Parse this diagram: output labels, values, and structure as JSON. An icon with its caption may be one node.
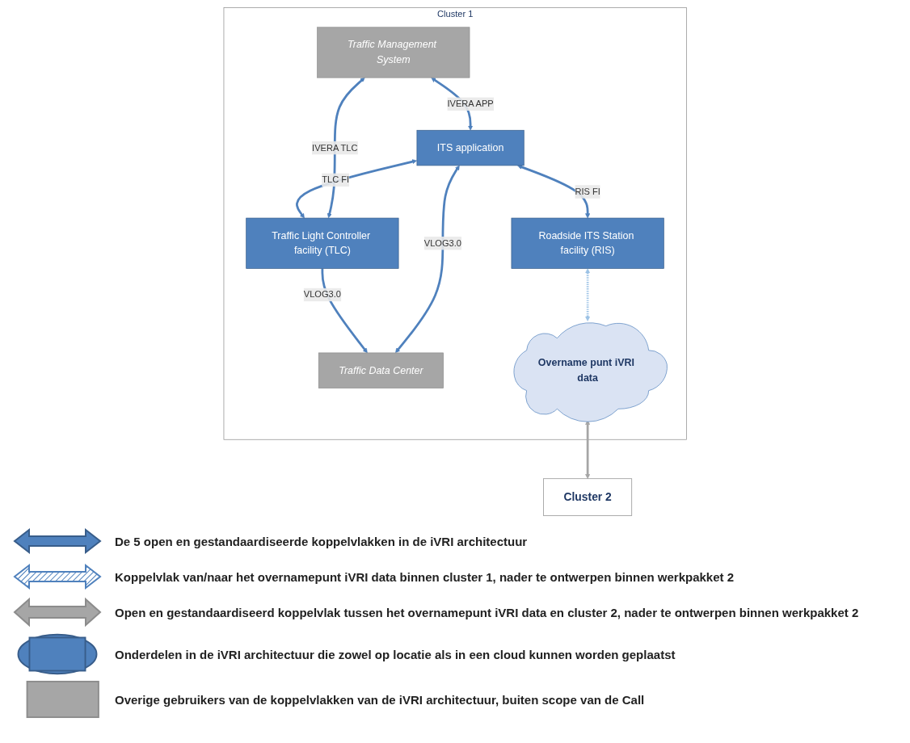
{
  "diagram": {
    "nodes": [
      {
        "text": [
          "Cluster 1"
        ]
      },
      {
        "text": [
          "Cluster 2"
        ]
      },
      {
        "text": [
          "Traffic Management System"
        ],
        "in": 0
      },
      {
        "text": [
          "Traffic Data Center"
        ],
        "in": 0
      },
      {
        "text": [
          "ITS application"
        ],
        "in": 0
      },
      {
        "text": [
          "Overname punt iVRI data"
        ],
        "in": 0
      },
      {
        "text": [
          "Traffic Light Controller facility (TLC)"
        ],
        "in": 0
      },
      {
        "text": [
          "Roadside ITS Station facility (RIS)"
        ],
        "in": 0
      }
    ],
    "edges": [
      {
        "from": 6,
        "to": 2,
        "arrow": "both",
        "label": "IVERA TLC"
      },
      {
        "from": 2,
        "to": 4,
        "arrow": "both",
        "label": "IVERA APP"
      },
      {
        "from": 3,
        "to": 4,
        "arrow": "both",
        "label": "VLOG3.0"
      },
      {
        "from": 6,
        "to": 3,
        "arrow": "to",
        "label": "VLOG3.0"
      },
      {
        "from": 4,
        "to": 6,
        "arrow": "both",
        "label": "TLC FI"
      },
      {
        "from": 4,
        "to": 7,
        "arrow": "both",
        "label": "RIS FI"
      },
      {
        "from": 7,
        "to": 5,
        "arrow": "both",
        "style": "dashed",
        "color": "#9dc3e6"
      },
      {
        "from": 5,
        "to": 1,
        "arrow": "both",
        "color": "#a6a6a6"
      }
    ],
    "legend": [
      {
        "text": "De 5 open en gestandaardiseerde koppelvlakken in de iVRI architectuur"
      },
      {
        "text": "Koppelvlak van/naar het overnamepunt iVRI data binnen cluster 1, nader te ontwerpen binnen werkpakket 2"
      },
      {
        "text": "Open en gestandaardiseerd koppelvlak tussen het overnamepunt iVRI data en cluster 2, nader te ontwerpen binnen werkpakket 2"
      },
      {
        "text": "Onderdelen in de iVRI architectuur die zowel op locatie als in een cloud kunnen worden geplaatst"
      },
      {
        "text": "Overige gebruikers van de koppelvlakken van de iVRI architectuur, buiten scope van de Call"
      }
    ]
  }
}
